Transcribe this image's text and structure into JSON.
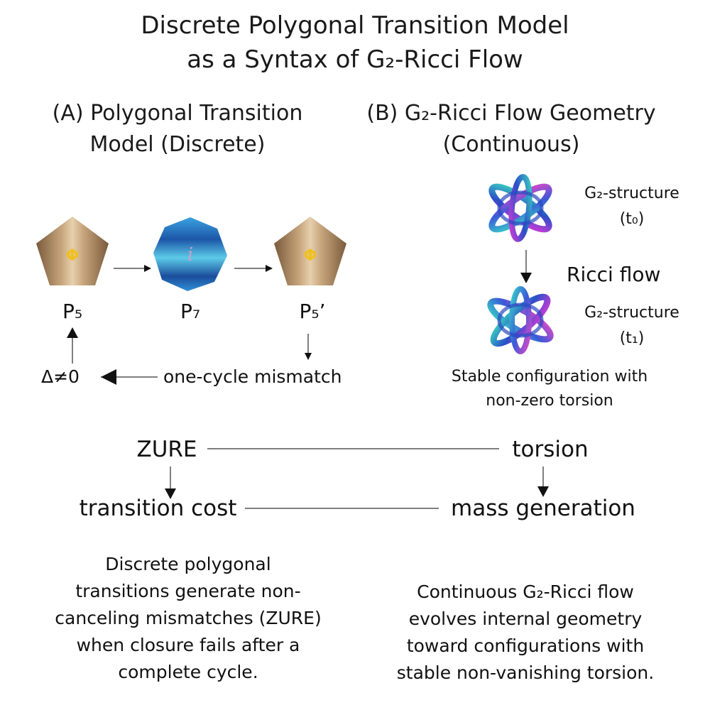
{
  "title": {
    "line1": "Discrete Polygonal Transition Model",
    "line2": "as a Syntax of G₂-Ricci Flow"
  },
  "panel_a": {
    "title_line1": "(A) Polygonal Transition",
    "title_line2": "Model (Discrete)",
    "nodes": [
      {
        "glyph": "Φ",
        "label": "P₅"
      },
      {
        "glyph": "i",
        "label": "P₇"
      },
      {
        "glyph": "Φ",
        "label": "P₅’"
      }
    ],
    "mismatch_label": "one-cycle mismatch",
    "delta_label": "Δ≠0"
  },
  "panel_b": {
    "title_line1": "(B) G₂-Ricci Flow Geometry",
    "title_line2": "(Continuous)",
    "structure_t0_name": "G₂-structure",
    "structure_t0_time": "(t₀)",
    "flow_label": "Ricci flow",
    "structure_t1_name": "G₂-structure",
    "structure_t1_time": "(t₁)",
    "caption_line1": "Stable configuration with",
    "caption_line2": "non-zero torsion"
  },
  "mapping": {
    "zure": "ZURE",
    "torsion": "torsion",
    "transition_cost": "transition cost",
    "mass_generation": "mass generation"
  },
  "summary_left": [
    "Discrete polygonal",
    "transitions generate non-",
    "canceling mismatches (ZURE)",
    "when closure fails after a",
    "complete cycle."
  ],
  "summary_right": [
    "Continuous G₂-Ricci flow",
    "evolves internal geometry",
    "toward configurations with",
    "stable non-vanishing torsion."
  ],
  "colors": {
    "bronze_dark": "#7a5a3c",
    "bronze_light": "#dcc3a0",
    "blue_dark": "#1b4d9c",
    "blue_light": "#6fd0ee",
    "phi_gold": "#f0c020",
    "text": "#111111"
  }
}
